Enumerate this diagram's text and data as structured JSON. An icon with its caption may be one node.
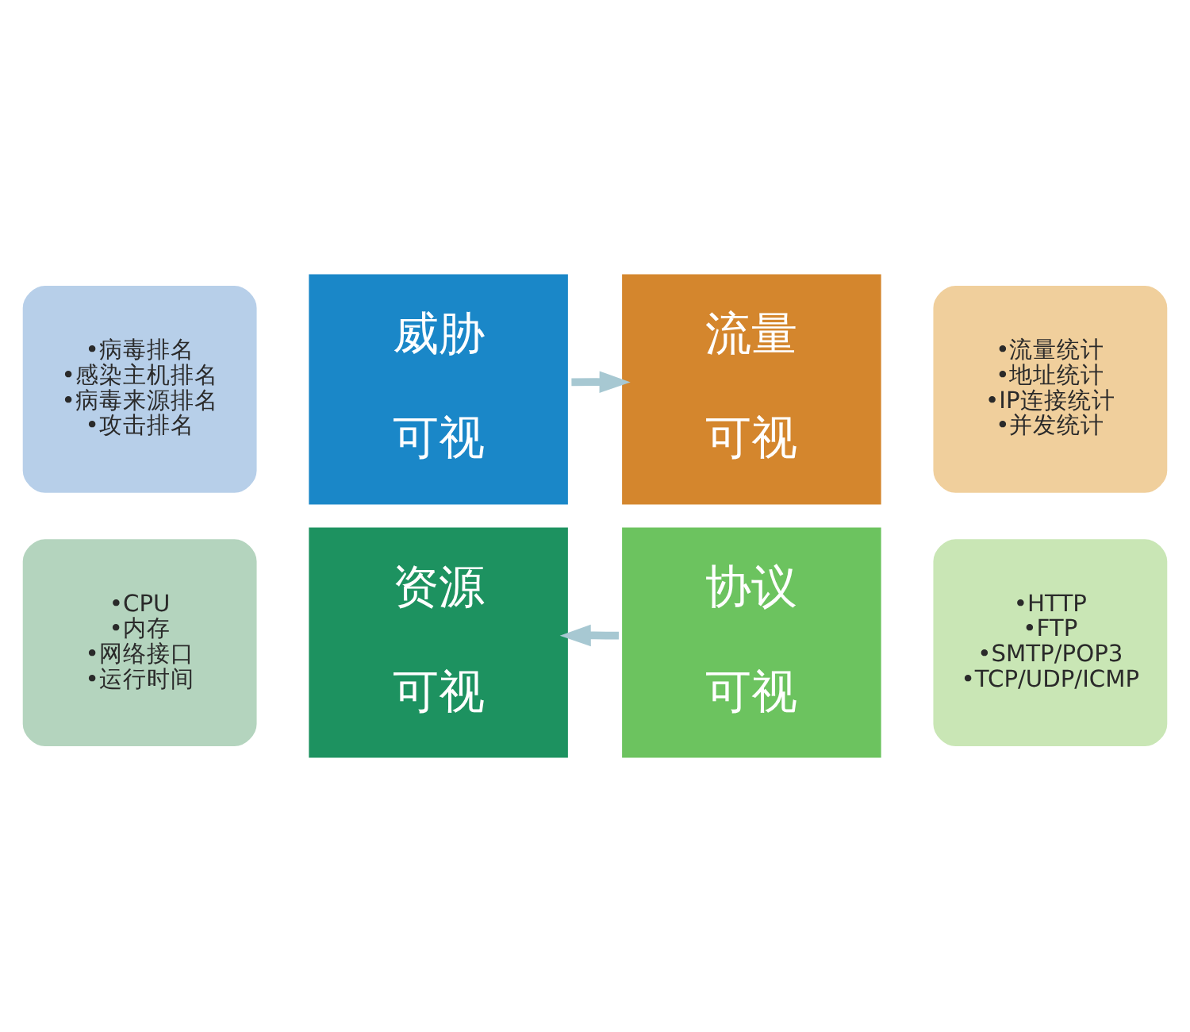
{
  "diagram": {
    "nodes": [
      {
        "text": [
          "•病毒排名",
          "•感染主机排名",
          "•病毒来源排名",
          "•攻击排名"
        ]
      },
      {
        "text": [
          "•流量统计",
          "•地址统计",
          "•IP连接统计",
          "•并发统计"
        ]
      },
      {
        "text": [
          "威胁",
          "可视"
        ]
      },
      {
        "text": [
          "流量",
          "可视"
        ]
      },
      {
        "text": [
          "资源",
          "可视"
        ]
      },
      {
        "text": [
          "协议",
          "可视"
        ]
      },
      {
        "text": [
          "•CPU",
          "•内存",
          "•网络接口",
          "•运行时间"
        ]
      },
      {
        "text": [
          "•HTTP",
          "•FTP",
          "•SMTP/POP3",
          "•TCP/UDP/ICMP"
        ]
      }
    ],
    "edges": [
      {
        "from": 2,
        "to": 3,
        "arrow": "to"
      },
      {
        "from": 5,
        "to": 4,
        "arrow": "to"
      }
    ]
  }
}
